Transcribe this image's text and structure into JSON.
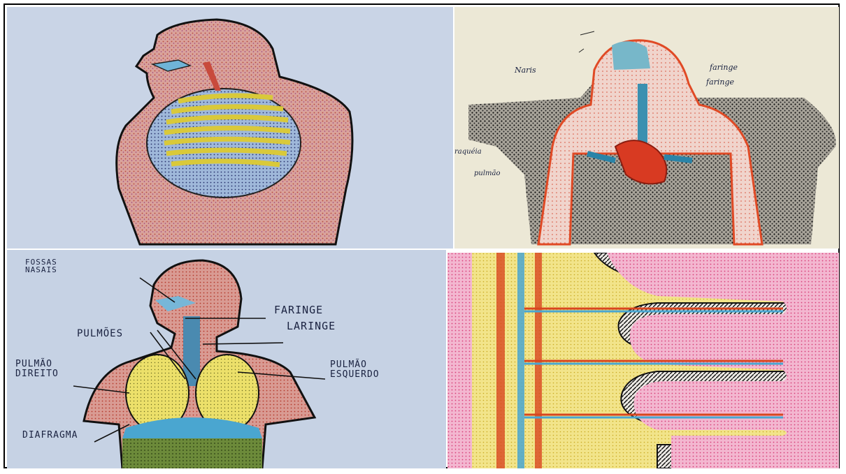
{
  "panels": [
    {
      "id": "torso-ribcage-drawing",
      "labels": []
    },
    {
      "id": "respiratory-system-drawing",
      "labels": {
        "nose": "Naris",
        "larynx": "faringe",
        "pharynx": "faringe",
        "trachea": "traquéia",
        "lung": "pulmão"
      }
    },
    {
      "id": "respiratory-diagram-labeled",
      "labels": {
        "nasal": "FOSSAS NASAIS",
        "pharynx": "FARINGE",
        "larynx": "LARINGE",
        "lungs": "PULMÕES",
        "right_lung": "PULMÃO DIREITO",
        "left_lung": "PULMÃO ESQUERDO",
        "diaphragm": "DIAFRAGMA"
      }
    },
    {
      "id": "intestinal-villi-drawing",
      "labels": []
    }
  ],
  "colors": {
    "skin_stipple": "#c77a70",
    "blue_area": "#4aa6d0",
    "yellow_area": "#e8d24a",
    "outline": "#111111",
    "pink_villi": "#e07aa8",
    "red_vessel": "#d8461f"
  }
}
